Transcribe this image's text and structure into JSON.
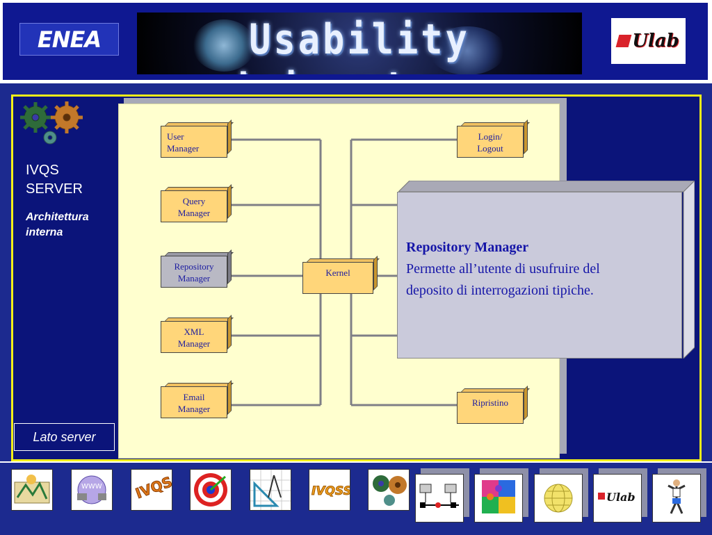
{
  "header": {
    "left_logo_text": "ENEA",
    "banner_title": "Usability Laboratory",
    "right_logo_text": "Ulab"
  },
  "sidebar": {
    "title_line1": "IVQS",
    "title_line2": "SERVER",
    "subtitle_line1": "Architettura",
    "subtitle_line2": "interna",
    "section_label": "Lato server"
  },
  "diagram": {
    "left_nodes": [
      {
        "line1": "User",
        "line2": "Manager"
      },
      {
        "line1": "Query",
        "line2": "Manager"
      },
      {
        "line1": "Repository",
        "line2": "Manager"
      },
      {
        "line1": "XML",
        "line2": "Manager"
      },
      {
        "line1": "Email",
        "line2": "Manager"
      }
    ],
    "center_node": "Kernel",
    "right_nodes": [
      {
        "line1": "Login/",
        "line2": "Logout"
      },
      {
        "line1": "Ripristino",
        "line2": ""
      }
    ]
  },
  "callout": {
    "title": "Repository Manager",
    "line1": "Permette all’utente di usufruire del",
    "line2": "deposito di interrogazioni tipiche."
  },
  "toolbar": {
    "items": [
      {
        "icon": "map-icon"
      },
      {
        "icon": "web-icon"
      },
      {
        "icon": "ivqs-icon",
        "text": "IVQS"
      },
      {
        "icon": "target-icon"
      },
      {
        "icon": "drafting-tools-icon"
      },
      {
        "icon": "ivqss-icon",
        "text": "IVQSS"
      },
      {
        "icon": "gears-icon"
      },
      {
        "icon": "network-icon"
      },
      {
        "icon": "puzzle-icon"
      },
      {
        "icon": "globe-icon"
      },
      {
        "icon": "ulab-logo-icon",
        "text": "Ulab"
      },
      {
        "icon": "runner-icon"
      }
    ]
  },
  "colors": {
    "background": "#1c2a8f",
    "frame_border": "#f3f018",
    "diagram_bg": "#ffffcf",
    "node_fill": "#ffd67a",
    "node_text": "#1c1ca0",
    "callout_bg": "#cacadb"
  }
}
